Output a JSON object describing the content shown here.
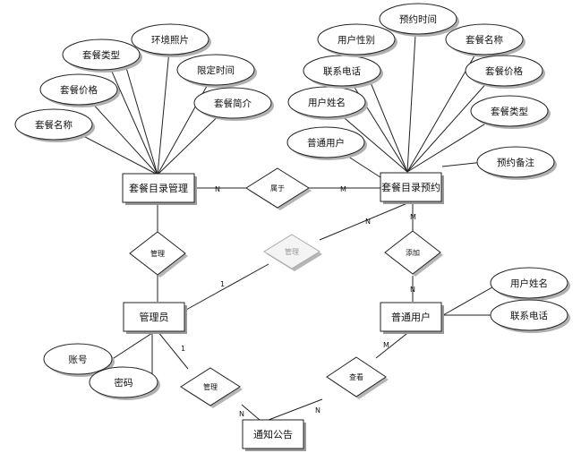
{
  "entities": {
    "package_catalog_mgmt": "套餐目录管理",
    "package_catalog_booking": "套餐目录预约",
    "admin": "管理员",
    "regular_user": "普通用户",
    "notice": "通知公告"
  },
  "attributes": {
    "left_name": "套餐名称",
    "left_price": "套餐价格",
    "left_type": "套餐类型",
    "left_env_photo": "环境照片",
    "left_limit_time": "限定时间",
    "left_intro": "套餐简介",
    "right_username": "用户姓名",
    "right_phone": "联系电话",
    "right_gender": "用户性别",
    "right_booking_time": "预约时间",
    "right_name": "套餐名称",
    "right_price": "套餐价格",
    "right_type": "套餐类型",
    "right_note": "预约备注",
    "right_regular_user": "普通用户",
    "user_name": "用户姓名",
    "user_phone": "联系电话",
    "admin_account": "账号",
    "admin_password": "密码"
  },
  "relationships": {
    "belongs_to": "属于",
    "manage_center": "管理",
    "manage_left": "管理",
    "add": "添加",
    "view": "查看",
    "manage_notice": "管理"
  },
  "cardinalities": {
    "mgmt_side": "N",
    "booking_side": "M",
    "admin_side": "1",
    "booking_from_admin": "N",
    "booking_to_user": "M",
    "user_from_booking": "N",
    "admin_to_notice": "1",
    "notice_from_admin": "N",
    "notice_from_user": "N",
    "user_to_notice": "M"
  }
}
